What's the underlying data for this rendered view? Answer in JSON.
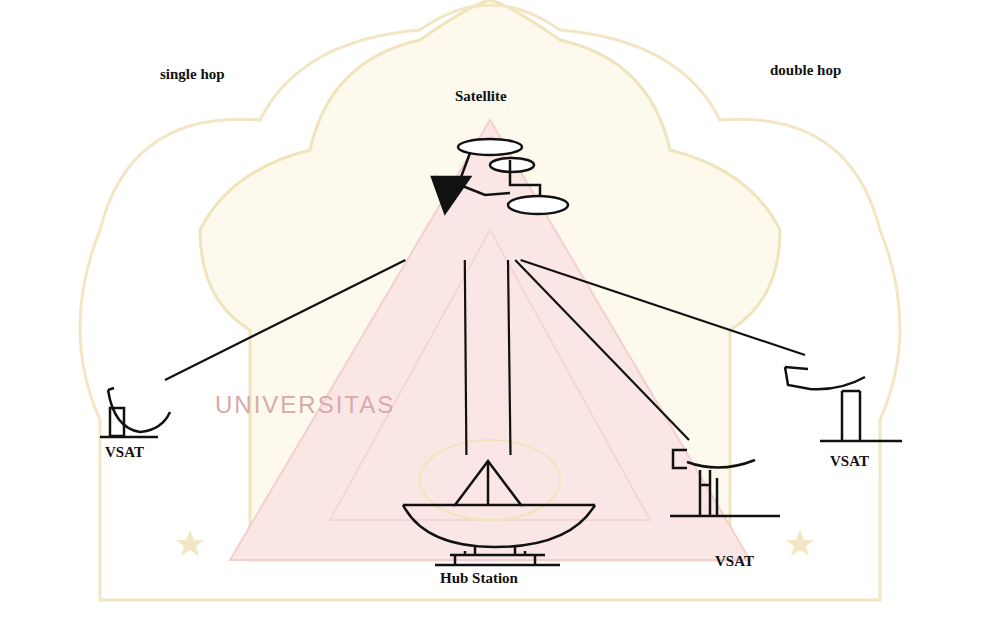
{
  "diagram": {
    "nodes": [
      {
        "text": [
          "Satellite"
        ]
      },
      {
        "text": [
          "VSAT"
        ]
      },
      {
        "text": [
          "Hub Station"
        ]
      },
      {
        "text": [
          "VSAT"
        ]
      },
      {
        "text": [
          "VSAT"
        ]
      }
    ],
    "edges": [
      {
        "from": 1,
        "to": 0,
        "arrow": "none"
      },
      {
        "from": 2,
        "to": 0,
        "arrow": "none"
      },
      {
        "from": 2,
        "to": 0,
        "arrow": "none"
      },
      {
        "from": 3,
        "to": 0,
        "arrow": "none"
      },
      {
        "from": 4,
        "to": 0,
        "arrow": "none"
      }
    ],
    "labels": [
      "single hop",
      "double hop",
      "UNIVERSITAS"
    ]
  }
}
